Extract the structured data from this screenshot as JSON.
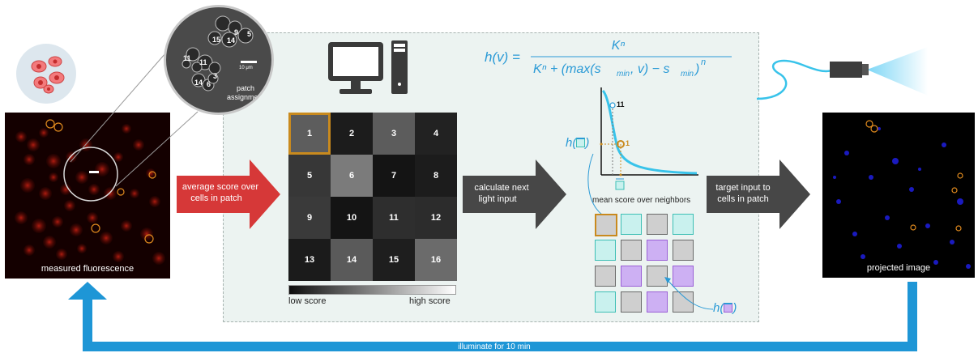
{
  "left_image": {
    "caption": "measured fluorescence"
  },
  "zoom_inset": {
    "scale_bar": "10 μm",
    "caption_line1": "patch",
    "caption_line2": "assignment",
    "patch_numbers": [
      "9",
      "15",
      "14",
      "5",
      "11",
      "11",
      "3",
      "14",
      "6"
    ]
  },
  "arrows": {
    "average": [
      "average score over",
      "cells in patch"
    ],
    "calculate": [
      "calculate next",
      "light input"
    ],
    "target": [
      "target input to",
      "cells in patch"
    ]
  },
  "grid": {
    "cells": [
      {
        "n": "1",
        "shade": "#5d5d5d",
        "highlight": true
      },
      {
        "n": "5",
        "shade": "#373737"
      },
      {
        "n": "9",
        "shade": "#3a3a3a"
      },
      {
        "n": "13",
        "shade": "#1b1b1b"
      },
      {
        "n": "2",
        "shade": "#1c1c1c"
      },
      {
        "n": "6",
        "shade": "#7b7b7b"
      },
      {
        "n": "10",
        "shade": "#141414"
      },
      {
        "n": "14",
        "shade": "#5a5a5a"
      },
      {
        "n": "3",
        "shade": "#5c5c5c"
      },
      {
        "n": "7",
        "shade": "#141414"
      },
      {
        "n": "11",
        "shade": "#2e2e2e"
      },
      {
        "n": "15",
        "shade": "#1e1e1e"
      },
      {
        "n": "4",
        "shade": "#222222"
      },
      {
        "n": "8",
        "shade": "#1c1c1c"
      },
      {
        "n": "12",
        "shade": "#2c2c2c"
      },
      {
        "n": "16",
        "shade": "#6b6b6b"
      }
    ],
    "colorbar_low": "low score",
    "colorbar_high": "high score"
  },
  "equation": {
    "lhs": "h(v) =",
    "numerator": "Kⁿ",
    "denominator": "Kⁿ + (max(s",
    "color": "#2a9ad6"
  },
  "curve_plot": {
    "xlabel": "mean score over neighbors",
    "point_labels": [
      "11",
      "1"
    ],
    "h_label_left": "h(",
    "h_label_right": "h("
  },
  "small_grid": {
    "rows": [
      [
        "orange",
        "cyan",
        "gray",
        "cyan"
      ],
      [
        "cyan",
        "gray",
        "purple",
        "gray"
      ],
      [
        "gray",
        "purple",
        "gray",
        "purple"
      ],
      [
        "cyan",
        "gray",
        "purple",
        "gray"
      ]
    ]
  },
  "right_image": {
    "caption": "projected image"
  },
  "feedback": {
    "label": "illuminate for 10 min",
    "color": "#1e96d6"
  },
  "colors": {
    "cyan": "#c9f1ee",
    "cyan_border": "#3dbfb5",
    "purple": "#cdb0f3",
    "purple_border": "#9a5fd6",
    "gray": "#cfcfcf",
    "gray_border": "#6a6a6a",
    "orange": "#c98a1e",
    "red_arrow": "#d63838",
    "dark_arrow": "#474747",
    "panel_bg": "#ecf3f1"
  }
}
